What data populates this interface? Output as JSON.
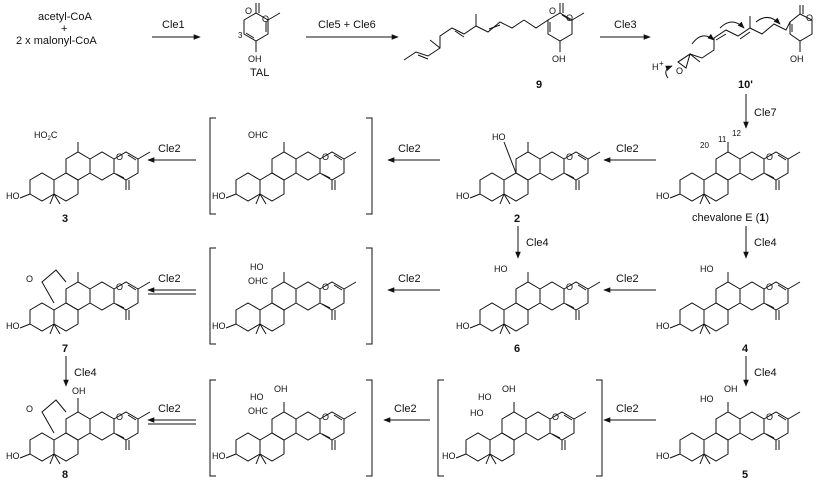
{
  "start": {
    "line1": "acetyl-CoA",
    "line2": "+",
    "line3": "2 x malonyl-CoA"
  },
  "enzymes": {
    "e1": "Cle1",
    "e56": "Cle5 + Cle6",
    "e3": "Cle3",
    "e7": "Cle7",
    "e2": "Cle2",
    "e4": "Cle4"
  },
  "compounds": {
    "tal": "TAL",
    "c9": "9",
    "c10": "10'",
    "c1_name": "chevalone E (",
    "c1_num": "1",
    "c1_close": ")",
    "c2": "2",
    "c3": "3",
    "c4": "4",
    "c5": "5",
    "c6": "6",
    "c7": "7",
    "c8": "8"
  },
  "atoms": {
    "O": "O",
    "OH": "OH",
    "HO": "HO",
    "H": "H",
    "Hplus": "H",
    "plus": "+",
    "OHC": "OHC",
    "HO2C": "HO",
    "HO2C_sub": "2",
    "HO2C_end": "C",
    "three": "3",
    "n20": "20",
    "n11": "11",
    "n12": "12"
  }
}
